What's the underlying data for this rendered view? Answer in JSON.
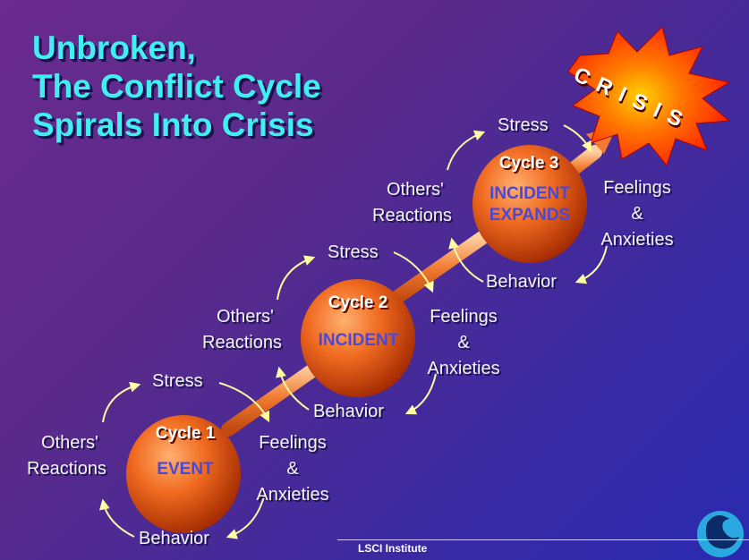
{
  "title": {
    "line1": "Unbroken,",
    "line2": "The Conflict Cycle",
    "line3": "Spirals Into Crisis"
  },
  "crisis_label": "CRISIS",
  "cycles": [
    {
      "name": "Cycle 1",
      "category": [
        "EVENT"
      ],
      "stress": "Stress",
      "feelings": "Feelings",
      "amp": "&",
      "anxieties": "Anxieties",
      "behavior": "Behavior",
      "others": "Others'",
      "reactions": "Reactions"
    },
    {
      "name": "Cycle 2",
      "category": [
        "INCIDENT"
      ],
      "stress": "Stress",
      "feelings": "Feelings",
      "amp": "&",
      "anxieties": "Anxieties",
      "behavior": "Behavior",
      "others": "Others'",
      "reactions": "Reactions"
    },
    {
      "name": "Cycle 3",
      "category": [
        "INCIDENT",
        "EXPANDS"
      ],
      "stress": "Stress",
      "feelings": "Feelings",
      "amp": "&",
      "anxieties": "Anxieties",
      "behavior": "Behavior",
      "others": "Others'",
      "reactions": "Reactions"
    }
  ],
  "footer": "LSCI Institute",
  "colors": {
    "title": "#40f0f0",
    "ball": "#e05010",
    "category_text": "#4a48d8",
    "crisis_burst": "#ff2a00",
    "logo": "#2aa8e0"
  },
  "icons": {
    "logo": "wave-logo-icon",
    "crisis": "starburst-icon"
  }
}
